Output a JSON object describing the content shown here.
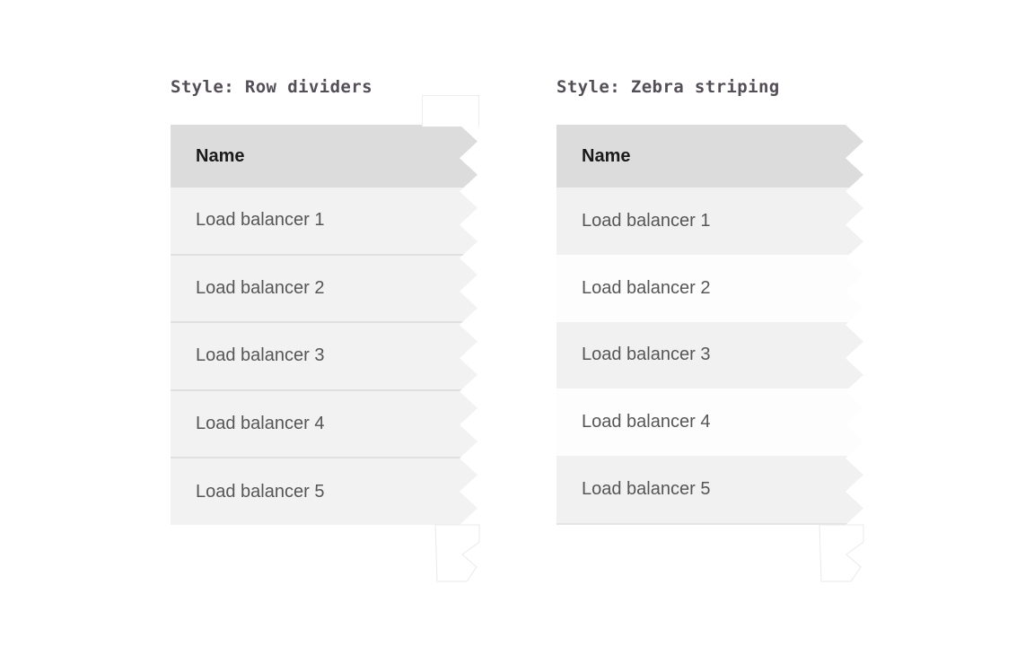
{
  "colors": {
    "page_bg": "#ffffff",
    "title_text": "#544f57",
    "header_bg": "#dcdcdc",
    "header_text": "#1a1a1a",
    "row_bg": "#f2f2f2",
    "row_text": "#565656",
    "row_divider": "#e0e0e0",
    "zebra_light": "#fdfdfd",
    "zebra_dark": "#f1f1f1",
    "table_edge": "#e4e4e4"
  },
  "examples": [
    {
      "title": "Style: Row dividers",
      "header": "Name",
      "rows": [
        "Load balancer 1",
        "Load balancer 2",
        "Load balancer 3",
        "Load balancer 4",
        "Load balancer 5"
      ]
    },
    {
      "title": "Style: Zebra striping",
      "header": "Name",
      "rows": [
        "Load balancer 1",
        "Load balancer 2",
        "Load balancer 3",
        "Load balancer 4",
        "Load balancer 5"
      ]
    }
  ]
}
